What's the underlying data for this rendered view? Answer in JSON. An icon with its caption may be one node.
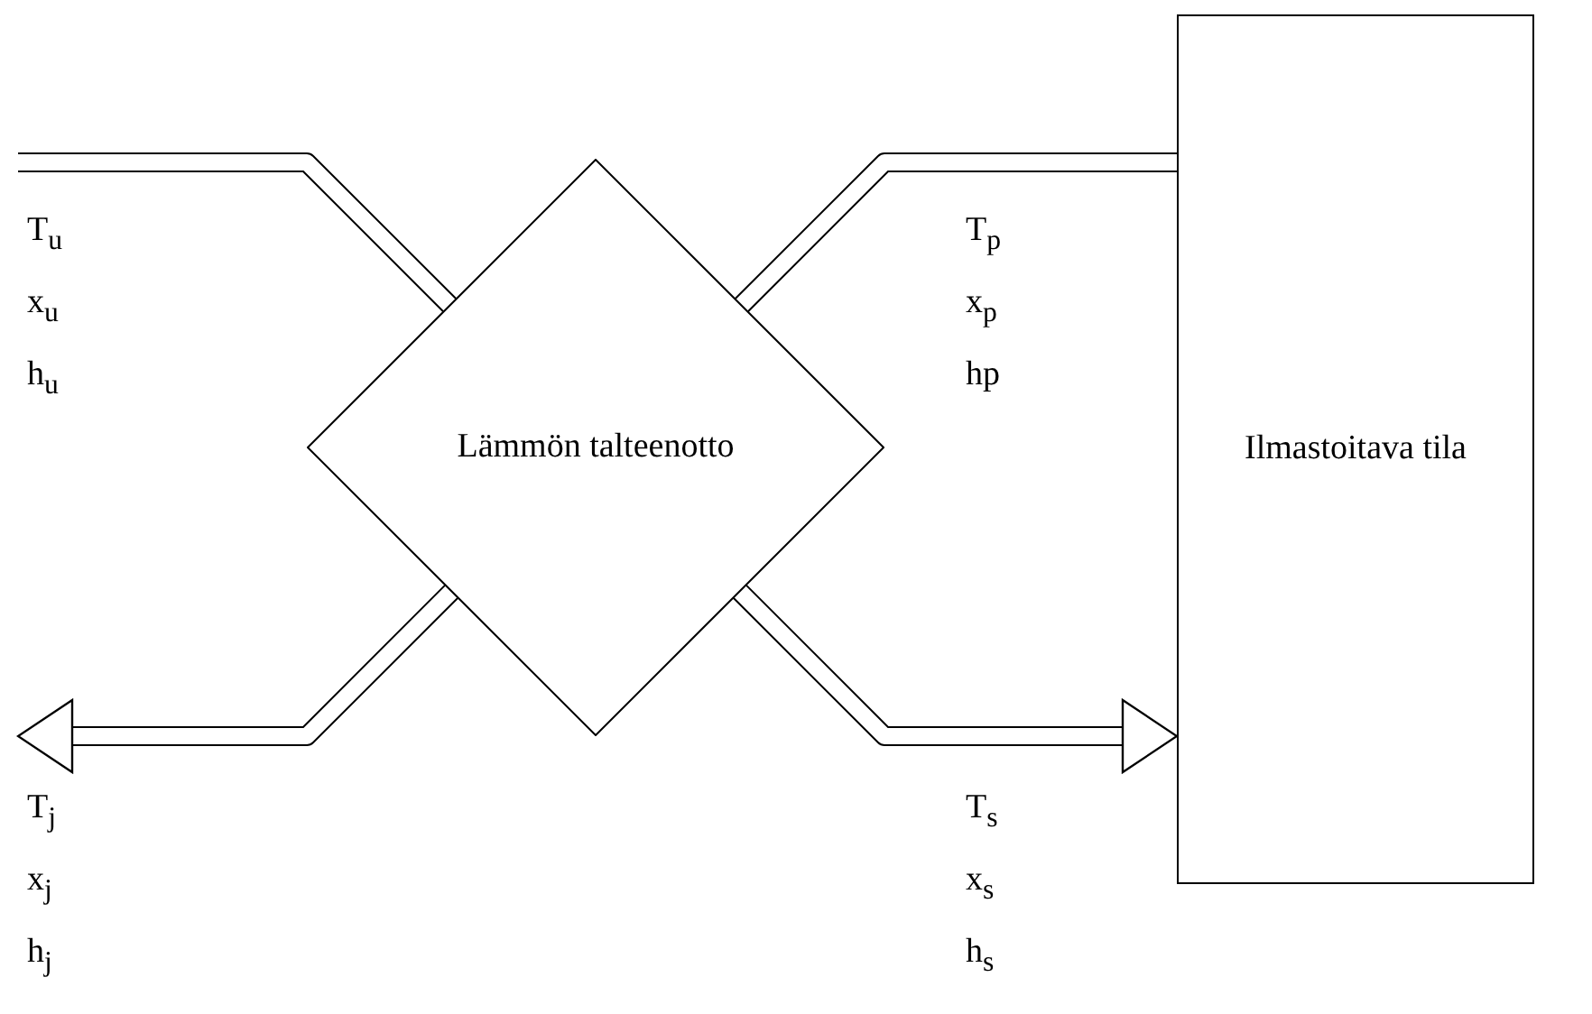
{
  "diagram": {
    "nodes": [
      {
        "text": [
          "Lämmön talteenotto"
        ]
      },
      {
        "text": [
          "Ilmastoitava tila"
        ]
      }
    ],
    "edges": [
      {
        "from": null,
        "to": 0,
        "arrow": "none"
      },
      {
        "from": 1,
        "to": 0,
        "arrow": "none"
      },
      {
        "from": 0,
        "to": null,
        "arrow": "to"
      },
      {
        "from": 0,
        "to": 1,
        "arrow": "to"
      }
    ],
    "labels": [
      "T$_{u}$",
      "x$_{u}$",
      "h$_{u}$",
      "T$_{p}$",
      "x$_{p}$",
      "hp",
      "T$_{j}$",
      "x$_{j}$",
      "h$_{j}$",
      "T$_{s}$",
      "x$_{s}$",
      "h$_{s}$"
    ]
  }
}
